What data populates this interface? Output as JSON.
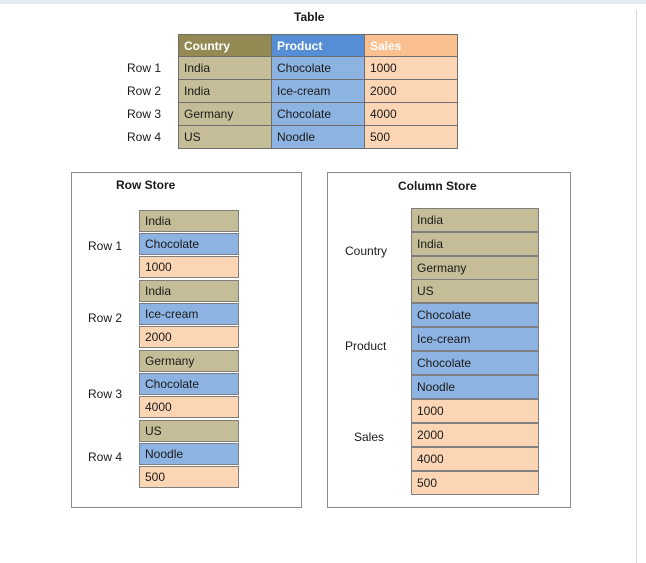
{
  "table": {
    "title": "Table",
    "headers": [
      "Country",
      "Product",
      "Sales"
    ],
    "row_labels": [
      "Row 1",
      "Row 2",
      "Row 3",
      "Row 4"
    ],
    "rows": [
      [
        "India",
        "Chocolate",
        "1000"
      ],
      [
        "India",
        "Ice-cream",
        "2000"
      ],
      [
        "Germany",
        "Chocolate",
        "4000"
      ],
      [
        "US",
        "Noodle",
        "500"
      ]
    ]
  },
  "row_store": {
    "title": "Row Store",
    "row_labels": [
      "Row 1",
      "Row 2",
      "Row 3",
      "Row 4"
    ],
    "cells": [
      "India",
      "Chocolate",
      "1000",
      "India",
      "Ice-cream",
      "2000",
      "Germany",
      "Chocolate",
      "4000",
      "US",
      "Noodle",
      "500"
    ]
  },
  "column_store": {
    "title": "Column Store",
    "group_labels": [
      "Country",
      "Product",
      "Sales"
    ],
    "cells": [
      "India",
      "India",
      "Germany",
      "US",
      "Chocolate",
      "Ice-cream",
      "Chocolate",
      "Noodle",
      "1000",
      "2000",
      "4000",
      "500"
    ]
  },
  "colors": {
    "country": "#c4bd97",
    "product": "#8db3e2",
    "sales": "#fcd5b4",
    "country_header": "#938953",
    "product_header": "#558ed5",
    "sales_header": "#fac090"
  }
}
